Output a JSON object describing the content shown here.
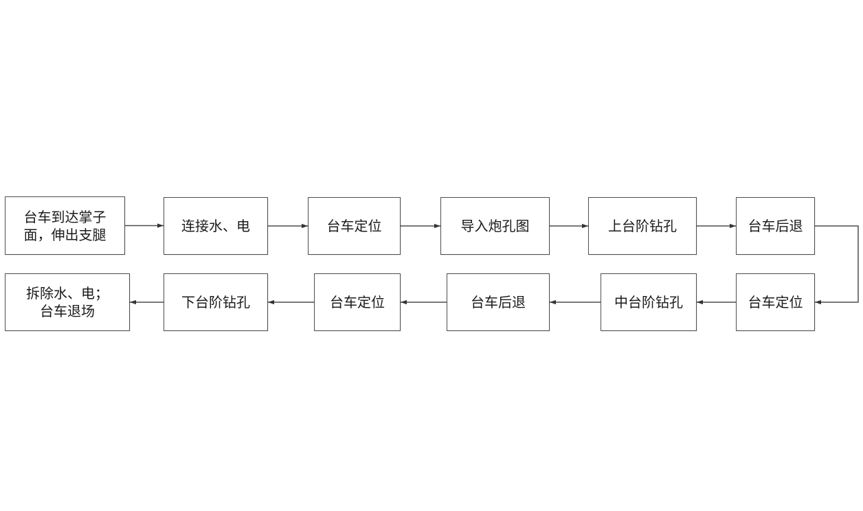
{
  "flow": {
    "nodes": [
      {
        "id": "n1",
        "lines": [
          "台车到达掌子",
          "面，伸出支腿"
        ]
      },
      {
        "id": "n2",
        "lines": [
          "连接水、电"
        ]
      },
      {
        "id": "n3",
        "lines": [
          "台车定位"
        ]
      },
      {
        "id": "n4",
        "lines": [
          "导入炮孔图"
        ]
      },
      {
        "id": "n5",
        "lines": [
          "上台阶钻孔"
        ]
      },
      {
        "id": "n6",
        "lines": [
          "台车后退"
        ]
      },
      {
        "id": "n7",
        "lines": [
          "台车定位"
        ]
      },
      {
        "id": "n8",
        "lines": [
          "中台阶钻孔"
        ]
      },
      {
        "id": "n9",
        "lines": [
          "台车后退"
        ]
      },
      {
        "id": "n10",
        "lines": [
          "台车定位"
        ]
      },
      {
        "id": "n11",
        "lines": [
          "下台阶钻孔"
        ]
      },
      {
        "id": "n12",
        "lines": [
          "拆除水、电；",
          "台车退场"
        ]
      }
    ],
    "edges": [
      [
        "n1",
        "n2"
      ],
      [
        "n2",
        "n3"
      ],
      [
        "n3",
        "n4"
      ],
      [
        "n4",
        "n5"
      ],
      [
        "n5",
        "n6"
      ],
      [
        "n6",
        "n7"
      ],
      [
        "n7",
        "n8"
      ],
      [
        "n8",
        "n9"
      ],
      [
        "n9",
        "n10"
      ],
      [
        "n10",
        "n11"
      ],
      [
        "n11",
        "n12"
      ]
    ],
    "colors": {
      "line": "#4d4d4d",
      "box_border": "#4d4d4d",
      "text": "#1a1a1a"
    }
  }
}
